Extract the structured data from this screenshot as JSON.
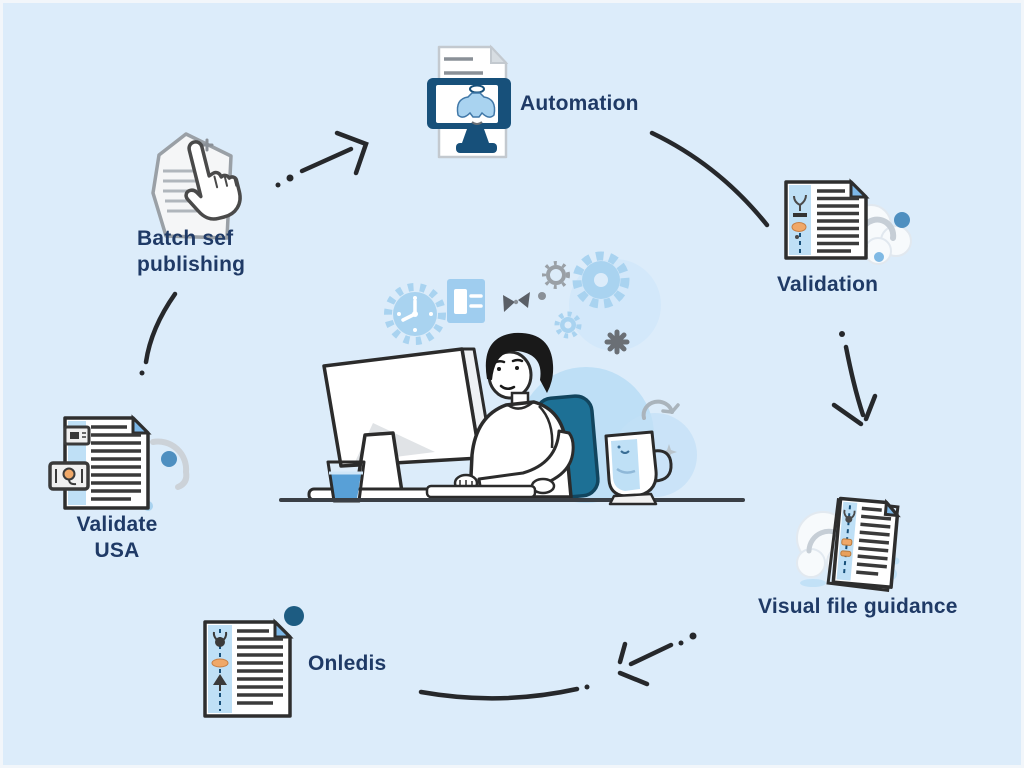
{
  "colors": {
    "background": "#dcecfa",
    "label_text": "#1f3a66",
    "navy": "#17507a",
    "light_blue": "#a9d3f0",
    "pale_blue": "#bfe0f6",
    "fold_blue": "#7db8e8",
    "accent_dot": "#4e8fc0",
    "teal_chair": "#1d7095",
    "outline_dark": "#2b2b2b",
    "peach": "#f0a868"
  },
  "nodes": [
    {
      "id": "automation",
      "label": "Automation",
      "icon": "monitor-document-icon"
    },
    {
      "id": "validation",
      "label": "Validation",
      "icon": "document-checklist-cloud-icon"
    },
    {
      "id": "visual-file-guidance",
      "label": "Visual file guidance",
      "icon": "document-stack-cloud-icon"
    },
    {
      "id": "onledis",
      "label": "Onledis",
      "icon": "document-marker-dot-icon"
    },
    {
      "id": "validate-usa",
      "label": "Validate\nUSA",
      "icon": "document-badges-icon"
    },
    {
      "id": "batch-publishing",
      "label": "Batch sef\npublishing",
      "icon": "hand-pointer-document-icon"
    }
  ]
}
